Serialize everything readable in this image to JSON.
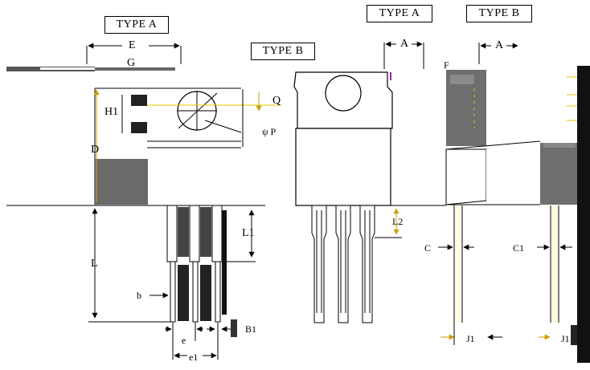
{
  "diagram": {
    "type_labels": {
      "type_a_left": "TYPE A",
      "type_b_mid": "TYPE B",
      "type_a_right": "TYPE A",
      "type_b_right": "TYPE B"
    },
    "dimensions": {
      "E": "E",
      "G": "G",
      "Q": "Q",
      "P": "ψ P",
      "H1": "H1",
      "D": "D",
      "L1": "L1",
      "L": "L",
      "b": "b",
      "e": "e",
      "B1": "B1",
      "e1": "e1",
      "A_left": "A",
      "A_right": "A",
      "L2": "L2",
      "C": "C",
      "C1": "C1",
      "J1_left": "J1",
      "J1_right": "J1",
      "F": "F"
    }
  }
}
